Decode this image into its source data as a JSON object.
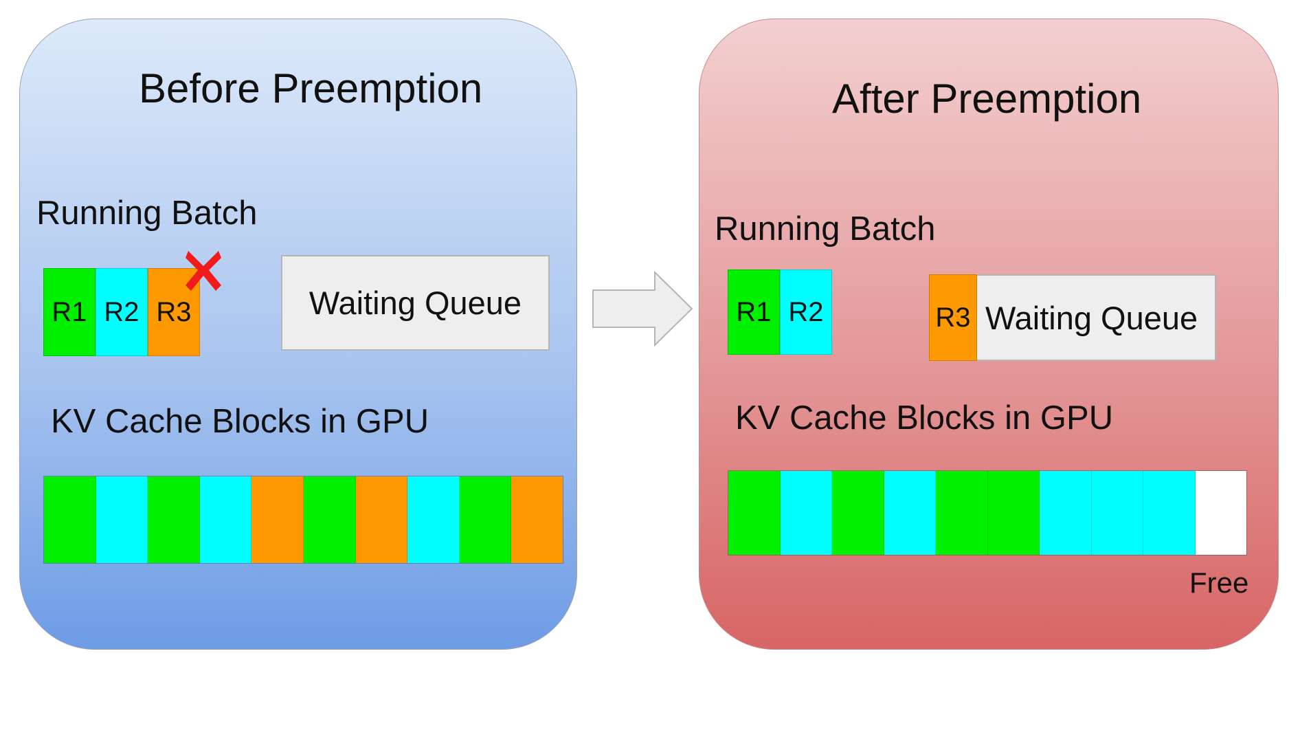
{
  "colors": {
    "green": "#00f000",
    "cyan": "#00ffff",
    "orange": "#ff9900",
    "free": "#ffffff",
    "x_mark": "#f21b1b"
  },
  "before": {
    "title": "Before Preemption",
    "running_label": "Running Batch",
    "requests": [
      {
        "label": "R1",
        "color": "green"
      },
      {
        "label": "R2",
        "color": "cyan"
      },
      {
        "label": "R3",
        "color": "orange"
      }
    ],
    "preempted_icon": "x-mark-icon",
    "queue_label": "Waiting Queue",
    "cache_label": "KV Cache Blocks in GPU",
    "cache_blocks": [
      "green",
      "cyan",
      "green",
      "cyan",
      "orange",
      "green",
      "orange",
      "cyan",
      "green",
      "orange"
    ]
  },
  "transition_icon": "right-arrow-icon",
  "after": {
    "title": "After Preemption",
    "running_label": "Running Batch",
    "requests": [
      {
        "label": "R1",
        "color": "green"
      },
      {
        "label": "R2",
        "color": "cyan"
      }
    ],
    "queued_request": {
      "label": "R3",
      "color": "orange"
    },
    "queue_label": "Waiting Queue",
    "cache_label": "KV Cache Blocks in GPU",
    "cache_blocks": [
      "green",
      "cyan",
      "green",
      "cyan",
      "green",
      "green",
      "cyan",
      "cyan",
      "cyan",
      "free"
    ],
    "free_label": "Free"
  }
}
